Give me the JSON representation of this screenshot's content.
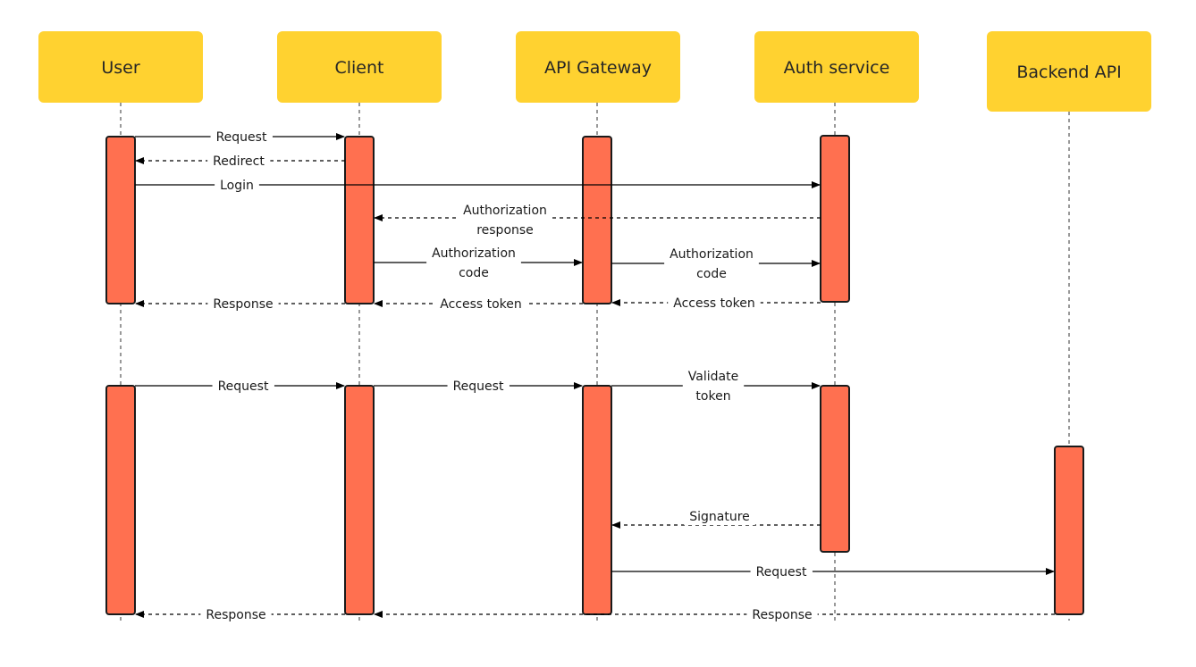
{
  "participants": [
    {
      "id": "user",
      "label": "User"
    },
    {
      "id": "client",
      "label": "Client"
    },
    {
      "id": "gateway",
      "label": "API Gateway"
    },
    {
      "id": "auth",
      "label": "Auth service"
    },
    {
      "id": "backend",
      "label": "Backend API"
    }
  ],
  "messages": [
    {
      "id": "m1",
      "from": "user",
      "to": "client",
      "lines": [
        "Request"
      ],
      "style": "solid"
    },
    {
      "id": "m2",
      "from": "client",
      "to": "user",
      "lines": [
        "Redirect"
      ],
      "style": "dashed"
    },
    {
      "id": "m3",
      "from": "user",
      "to": "auth",
      "lines": [
        "Login"
      ],
      "style": "solid"
    },
    {
      "id": "m4",
      "from": "auth",
      "to": "client",
      "lines": [
        "Authorization",
        "response"
      ],
      "style": "dashed"
    },
    {
      "id": "m5",
      "from": "client",
      "to": "gateway",
      "lines": [
        "Authorization",
        "code"
      ],
      "style": "solid"
    },
    {
      "id": "m6",
      "from": "gateway",
      "to": "auth",
      "lines": [
        "Authorization",
        "code"
      ],
      "style": "solid"
    },
    {
      "id": "m7",
      "from": "auth",
      "to": "gateway",
      "lines": [
        "Access token"
      ],
      "style": "dashed"
    },
    {
      "id": "m8",
      "from": "gateway",
      "to": "client",
      "lines": [
        "Access token"
      ],
      "style": "dashed"
    },
    {
      "id": "m9",
      "from": "client",
      "to": "user",
      "lines": [
        "Response"
      ],
      "style": "dashed"
    },
    {
      "id": "m10",
      "from": "user",
      "to": "client",
      "lines": [
        "Request"
      ],
      "style": "solid"
    },
    {
      "id": "m11",
      "from": "client",
      "to": "gateway",
      "lines": [
        "Request"
      ],
      "style": "solid"
    },
    {
      "id": "m12",
      "from": "gateway",
      "to": "auth",
      "lines": [
        "Validate",
        "token"
      ],
      "style": "solid"
    },
    {
      "id": "m13",
      "from": "auth",
      "to": "gateway",
      "lines": [
        "Signature"
      ],
      "style": "dashed"
    },
    {
      "id": "m14",
      "from": "gateway",
      "to": "backend",
      "lines": [
        "Request"
      ],
      "style": "solid"
    },
    {
      "id": "m15",
      "from": "backend",
      "to": "client",
      "lines": [
        "Response"
      ],
      "style": "dashed"
    },
    {
      "id": "m16",
      "from": "client",
      "to": "user",
      "lines": [
        "Response"
      ],
      "style": "dashed"
    }
  ],
  "colors": {
    "participant_box": "#FFD230",
    "activation_bar": "#FF7050",
    "line": "#000000"
  }
}
